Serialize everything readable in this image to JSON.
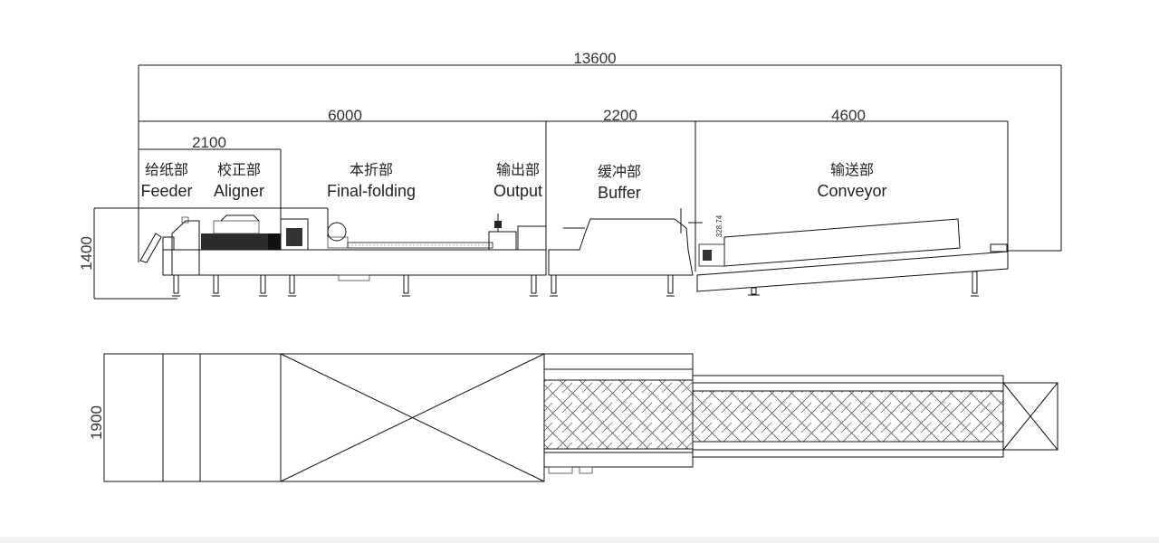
{
  "dimensions": {
    "overall_length": "13600",
    "machine_length": "6000",
    "buffer_length": "2200",
    "conveyor_length": "4600",
    "feeder_aligner_length": "2100",
    "height": "1400",
    "width": "1900",
    "small_marking": "328.74"
  },
  "sections": [
    {
      "zh": "给纸部",
      "en": "Feeder"
    },
    {
      "zh": "校正部",
      "en": "Aligner"
    },
    {
      "zh": "本折部",
      "en": "Final-folding"
    },
    {
      "zh": "输出部",
      "en": "Output"
    },
    {
      "zh": "缓冲部",
      "en": "Buffer"
    },
    {
      "zh": "输送部",
      "en": "Conveyor"
    }
  ]
}
